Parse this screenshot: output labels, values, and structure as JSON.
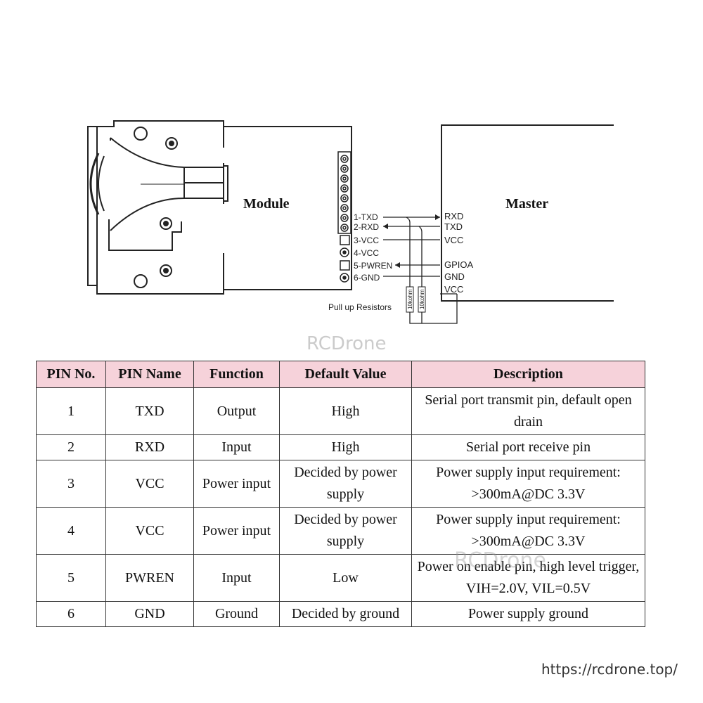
{
  "diagram": {
    "module_label": "Module",
    "master_label": "Master",
    "module_pins": [
      "1-TXD",
      "2-RXD",
      "3-VCC",
      "4-VCC",
      "5-PWREN",
      "6-GND"
    ],
    "master_pins": [
      "RXD",
      "TXD",
      "VCC",
      "GPIOA",
      "GND",
      "VCC"
    ],
    "pullup_label": "Pull up Resistors",
    "resistor_labels": [
      "10kohm",
      "10kohm"
    ]
  },
  "watermark": {
    "brand": "RCDrone",
    "url": "https://rcdrone.top/"
  },
  "table": {
    "headers": [
      "PIN No.",
      "PIN Name",
      "Function",
      "Default Value",
      "Description"
    ],
    "rows": [
      [
        "1",
        "TXD",
        "Output",
        "High",
        "Serial port transmit pin, default open drain"
      ],
      [
        "2",
        "RXD",
        "Input",
        "High",
        "Serial port receive pin"
      ],
      [
        "3",
        "VCC",
        "Power input",
        "Decided by power supply",
        "Power supply input requirement: >300mA@DC 3.3V"
      ],
      [
        "4",
        "VCC",
        "Power input",
        "Decided by power supply",
        "Power supply input requirement: >300mA@DC 3.3V"
      ],
      [
        "5",
        "PWREN",
        "Input",
        "Low",
        "Power on enable pin, high level trigger, VIH=2.0V, VIL=0.5V"
      ],
      [
        "6",
        "GND",
        "Ground",
        "Decided by ground",
        "Power supply ground"
      ]
    ]
  },
  "footer": {
    "url": "https://rcdrone.top/"
  }
}
